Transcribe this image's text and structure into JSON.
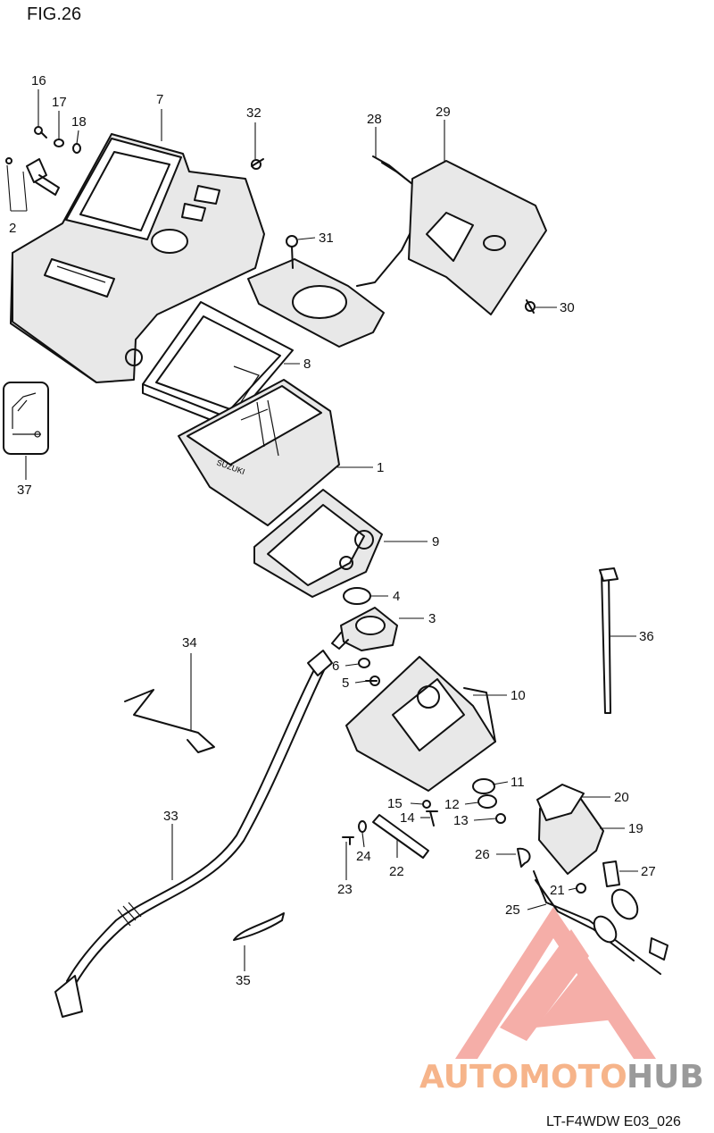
{
  "figure_label": "FIG.26",
  "drawing_code": "LT-F4WDW E03_026",
  "watermark": {
    "text_part1": "AUTOMOTO",
    "text_part2": "HUB",
    "color_primary": "#f4a09a",
    "color_text1": "#f6b48a",
    "color_text2": "#9a9a9a"
  },
  "callouts": [
    {
      "id": "p1",
      "label": "1"
    },
    {
      "id": "p2",
      "label": "2"
    },
    {
      "id": "p3",
      "label": "3"
    },
    {
      "id": "p4",
      "label": "4"
    },
    {
      "id": "p5",
      "label": "5"
    },
    {
      "id": "p6",
      "label": "6"
    },
    {
      "id": "p7",
      "label": "7"
    },
    {
      "id": "p8",
      "label": "8"
    },
    {
      "id": "p9",
      "label": "9"
    },
    {
      "id": "p10",
      "label": "10"
    },
    {
      "id": "p11",
      "label": "11"
    },
    {
      "id": "p12",
      "label": "12"
    },
    {
      "id": "p13",
      "label": "13"
    },
    {
      "id": "p14",
      "label": "14"
    },
    {
      "id": "p15",
      "label": "15"
    },
    {
      "id": "p16",
      "label": "16"
    },
    {
      "id": "p17",
      "label": "17"
    },
    {
      "id": "p18",
      "label": "18"
    },
    {
      "id": "p19",
      "label": "19"
    },
    {
      "id": "p20",
      "label": "20"
    },
    {
      "id": "p21",
      "label": "21"
    },
    {
      "id": "p22",
      "label": "22"
    },
    {
      "id": "p23",
      "label": "23"
    },
    {
      "id": "p24",
      "label": "24"
    },
    {
      "id": "p25",
      "label": "25"
    },
    {
      "id": "p26",
      "label": "26"
    },
    {
      "id": "p27",
      "label": "27"
    },
    {
      "id": "p28",
      "label": "28"
    },
    {
      "id": "p29",
      "label": "29"
    },
    {
      "id": "p30",
      "label": "30"
    },
    {
      "id": "p31",
      "label": "31"
    },
    {
      "id": "p32",
      "label": "32"
    },
    {
      "id": "p33",
      "label": "33"
    },
    {
      "id": "p34",
      "label": "34"
    },
    {
      "id": "p35",
      "label": "35"
    },
    {
      "id": "p36",
      "label": "36"
    },
    {
      "id": "p37",
      "label": "37"
    }
  ]
}
